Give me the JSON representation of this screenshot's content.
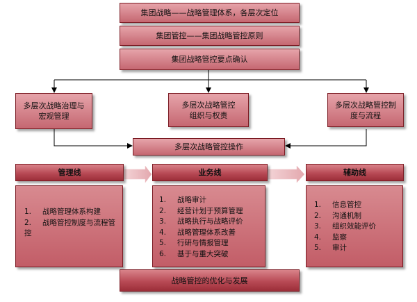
{
  "top": {
    "level_positioning": "集团战略——战略管理体系，各层次定位",
    "control_principles": "集团管控——集团战略管控原则",
    "key_points": "集团战略管控要点确认"
  },
  "middle": {
    "governance": "多层次战略治理与宏观管理",
    "organization": "多层次战略管控组织与权责",
    "system": "多层次战略管控制度与流程"
  },
  "operation": "多层次战略管控操作",
  "lines": {
    "management": {
      "title": "管理线",
      "items": [
        {
          "num": "1.",
          "text": "战略管理体系构建"
        },
        {
          "num": "2.",
          "text": "战略管控制度与流程管控"
        }
      ]
    },
    "business": {
      "title": "业务线",
      "items": [
        {
          "num": "1.",
          "text": "战略审计"
        },
        {
          "num": "2.",
          "text": "经营计划于预算管理"
        },
        {
          "num": "3.",
          "text": "战略执行与战略评价"
        },
        {
          "num": "4.",
          "text": "战略管理体系改善"
        },
        {
          "num": "5.",
          "text": "行研与情报管理"
        },
        {
          "num": "6.",
          "text": "基于与重大突破"
        }
      ]
    },
    "auxiliary": {
      "title": "辅助线",
      "items": [
        {
          "num": "1.",
          "text": "信息管控"
        },
        {
          "num": "2.",
          "text": "沟通机制"
        },
        {
          "num": "3.",
          "text": "组织效能评价"
        },
        {
          "num": "4.",
          "text": "监察"
        },
        {
          "num": "5.",
          "text": "审计"
        }
      ]
    }
  },
  "bottom": "战略管控的优化与发展",
  "colors": {
    "box_dark": "#9c2e39",
    "box_light": "#d9838a",
    "border": "#7a1a22",
    "arrow": "#000000"
  }
}
